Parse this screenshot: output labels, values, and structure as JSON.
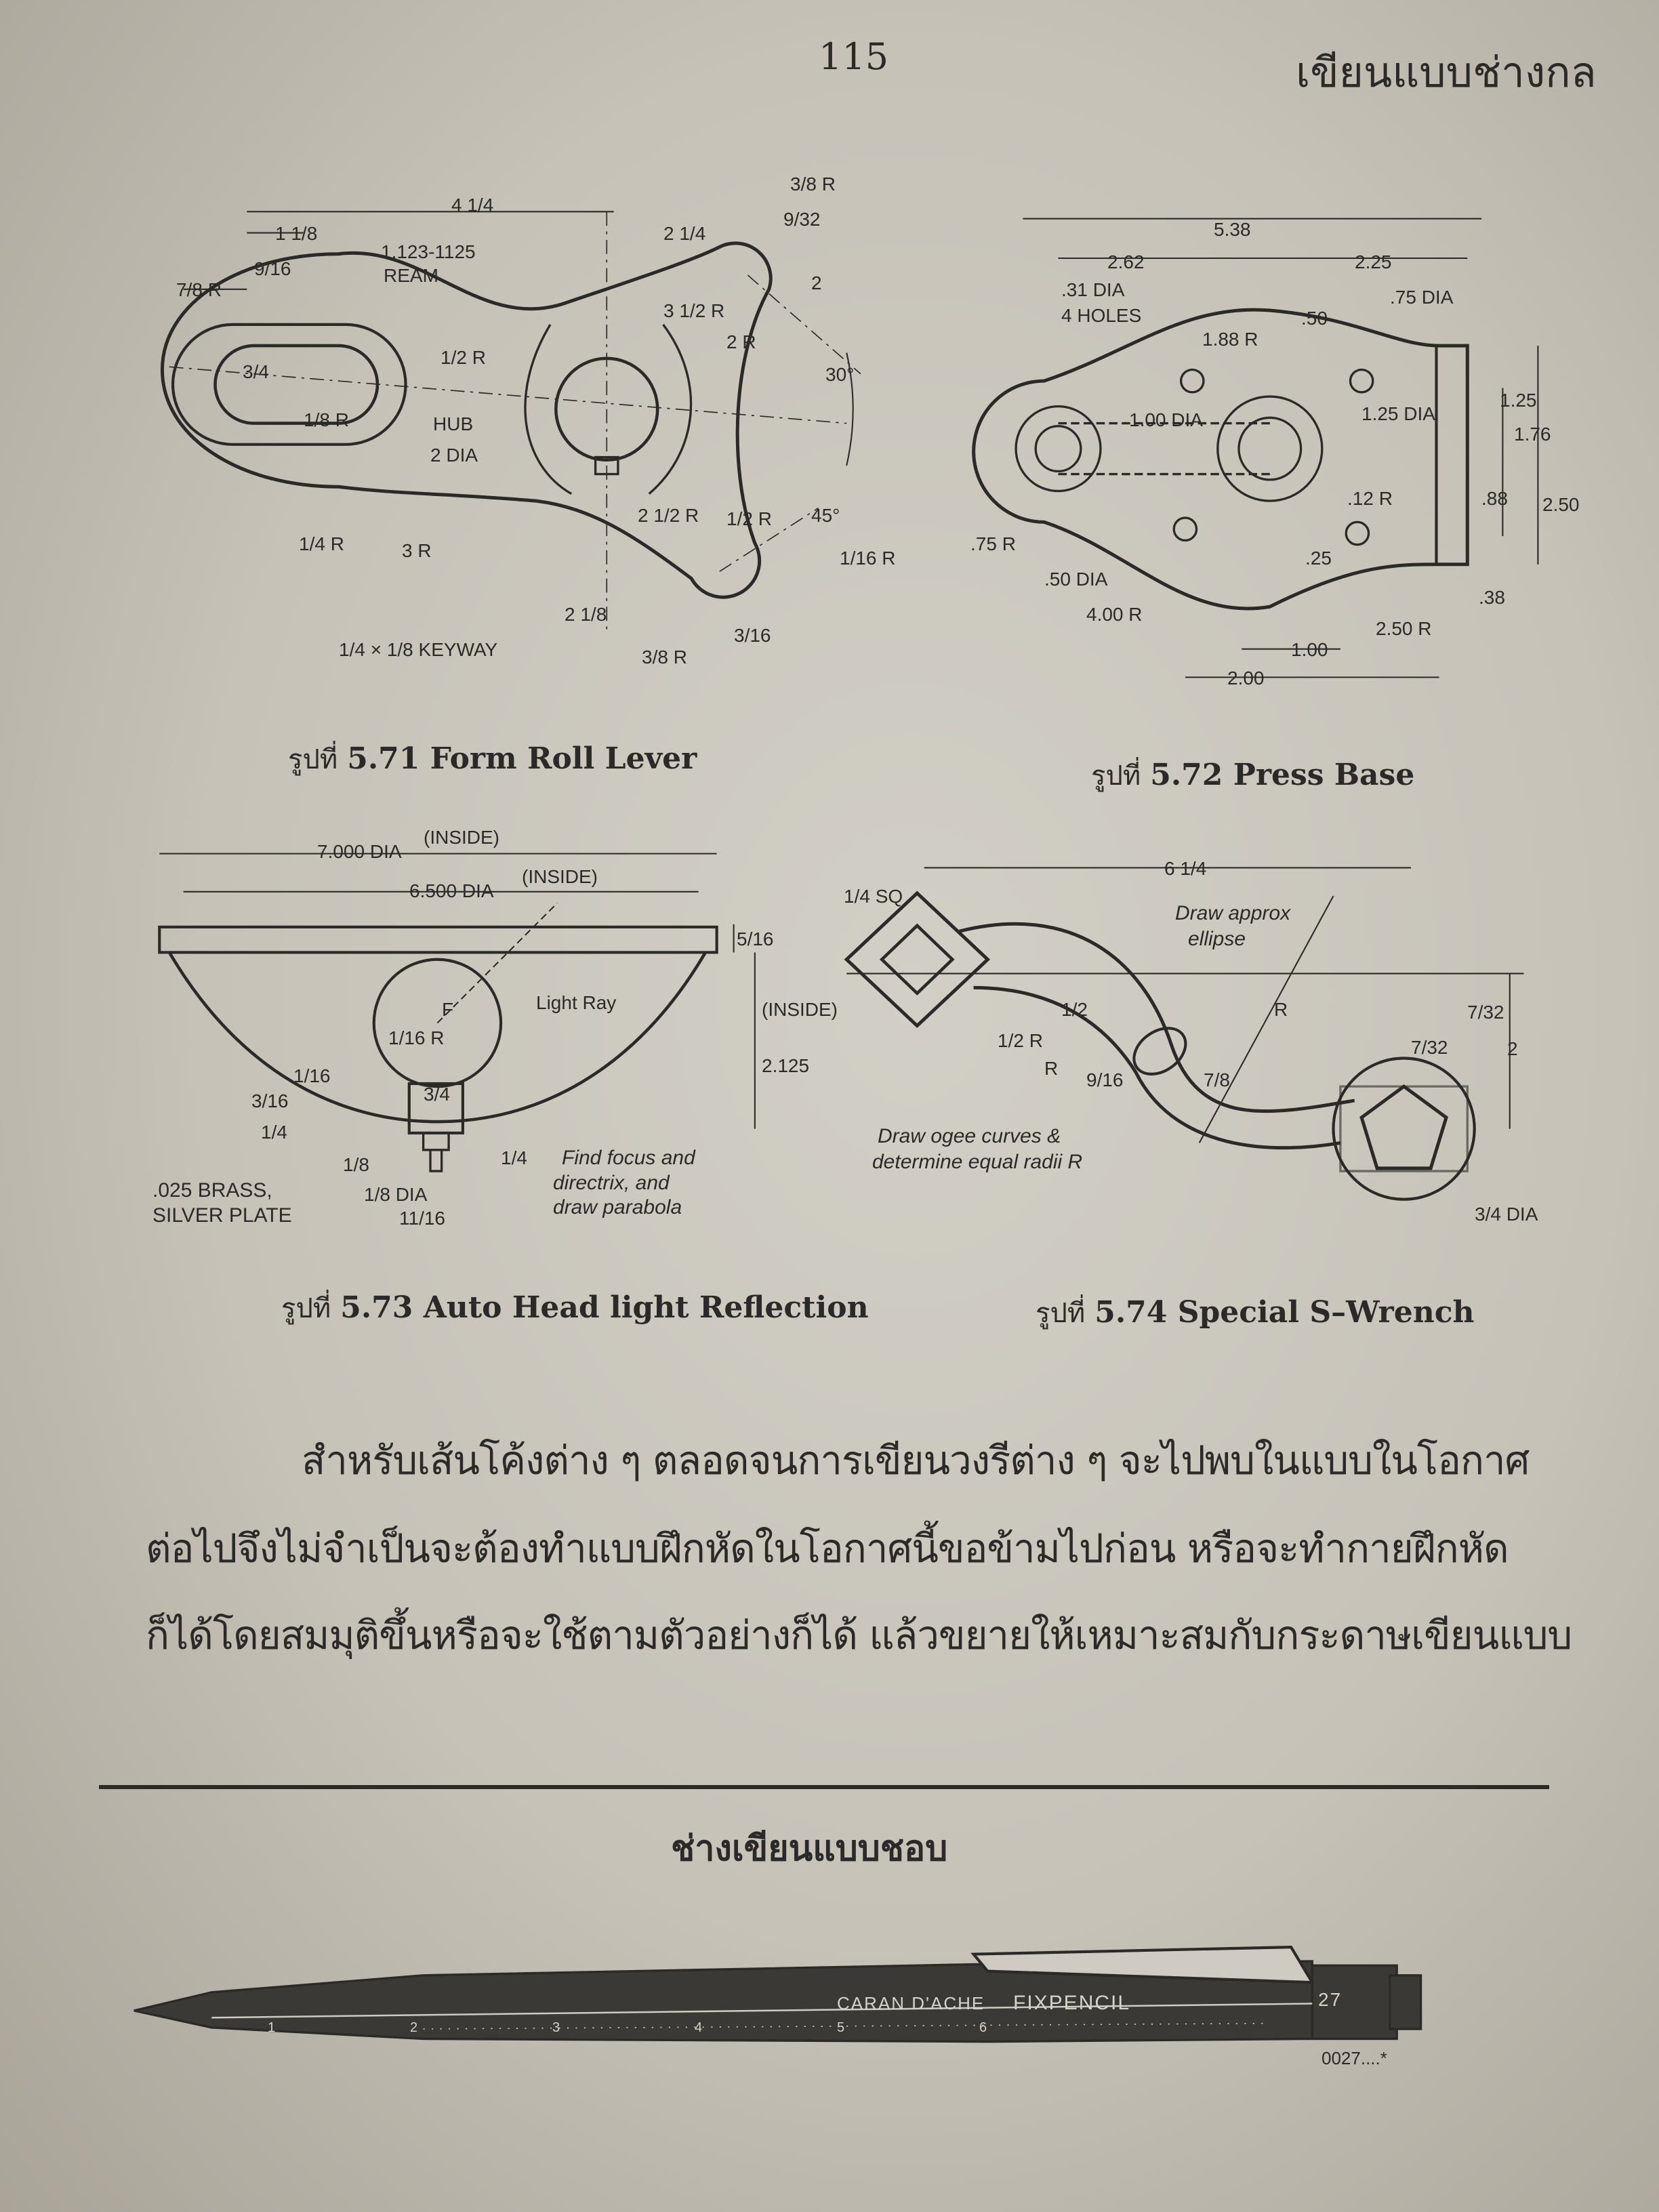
{
  "header": {
    "page_number": "115",
    "running_title": "เขียนแบบช่างกล"
  },
  "figures": [
    {
      "prefix": "รูปที่",
      "caption": "5.71 Form Roll Lever",
      "labels": [
        "4 1/4",
        "1 1/8",
        "9/16",
        "7/8 R",
        "1.123-1125",
        "REAM",
        "2 1/4",
        "3/8 R",
        "9/32",
        "1/2 R",
        "3/4",
        "1/8 R",
        "HUB",
        "2 DIA",
        "3 1/2 R",
        "2 R",
        "30°",
        "45°",
        "1/4 R",
        "3 R",
        "1/4 × 1/8 KEYWAY",
        "2 1/8",
        "3/8 R",
        "3/16",
        "1/16 R",
        "2 1/2 R",
        "1/2 R",
        "2"
      ]
    },
    {
      "prefix": "รูปที่",
      "caption": "5.72 Press Base",
      "labels": [
        "5.38",
        "2.62",
        "2.25",
        ".31 DIA",
        "4 HOLES",
        "1.88 R",
        ".50",
        ".75 DIA",
        "1.00 DIA",
        "1.25 DIA",
        "1.25",
        "1.76",
        ".88",
        "2.50",
        ".12 R",
        ".75 R",
        ".50 DIA",
        "4.00 R",
        ".25",
        "1.00",
        "2.00",
        "2.50 R",
        ".38"
      ]
    },
    {
      "prefix": "รูปที่",
      "caption": "5.73 Auto Head light Reflection",
      "labels": [
        "7.000 DIA",
        "(INSIDE)",
        "6.500 DIA",
        "(INSIDE)",
        "5/16",
        "2.125",
        "(INSIDE)",
        "Light Ray",
        "F",
        "1/16 R",
        "3/4",
        "3/16",
        "1/16",
        "1/4",
        "1/8",
        "1/8 DIA",
        "11/16",
        "1/4",
        ".025 BRASS,",
        "SILVER PLATE",
        "Find focus and",
        "directrix, and",
        "draw parabola"
      ]
    },
    {
      "prefix": "รูปที่",
      "caption": "5.74 Special S–Wrench",
      "labels": [
        "6 1/4",
        "1/4 SQ",
        "Draw approx",
        "ellipse",
        "R",
        "1/2 R",
        "R",
        "7/8",
        "9/16",
        "2",
        "7/32",
        "1/2",
        "Draw ogee curves &",
        "determine equal radii R",
        "3/4 DIA",
        "7/32"
      ]
    }
  ],
  "body": {
    "lines": [
      "สำหรับเส้นโค้งต่าง ๆ ตลอดจนการเขียนวงรีต่าง ๆ จะไปพบในแบบในโอกาศ",
      "ต่อไปจึงไม่จำเป็นจะต้องทำแบบฝึกหัดในโอกาศนี้ขอข้ามไปก่อน     หรือจะทำกายฝึกหัด",
      "ก็ได้โดยสมมุติขึ้นหรือจะใช้ตามตัวอย่างก็ได้ แล้วขยายให้เหมาะสมกับกระดาษเขียนแบบ"
    ]
  },
  "advert": {
    "title": "ช่างเขียนแบบชอบ",
    "brand": "CARAN D'ACHE",
    "product": "FIXPENCIL",
    "model": "27",
    "scale_digits": [
      "6",
      "5",
      "4",
      "3",
      "2",
      "1"
    ],
    "code": "0027....*"
  },
  "colors": {
    "paper": "#c9c5bb",
    "ink": "#2b2a28"
  }
}
